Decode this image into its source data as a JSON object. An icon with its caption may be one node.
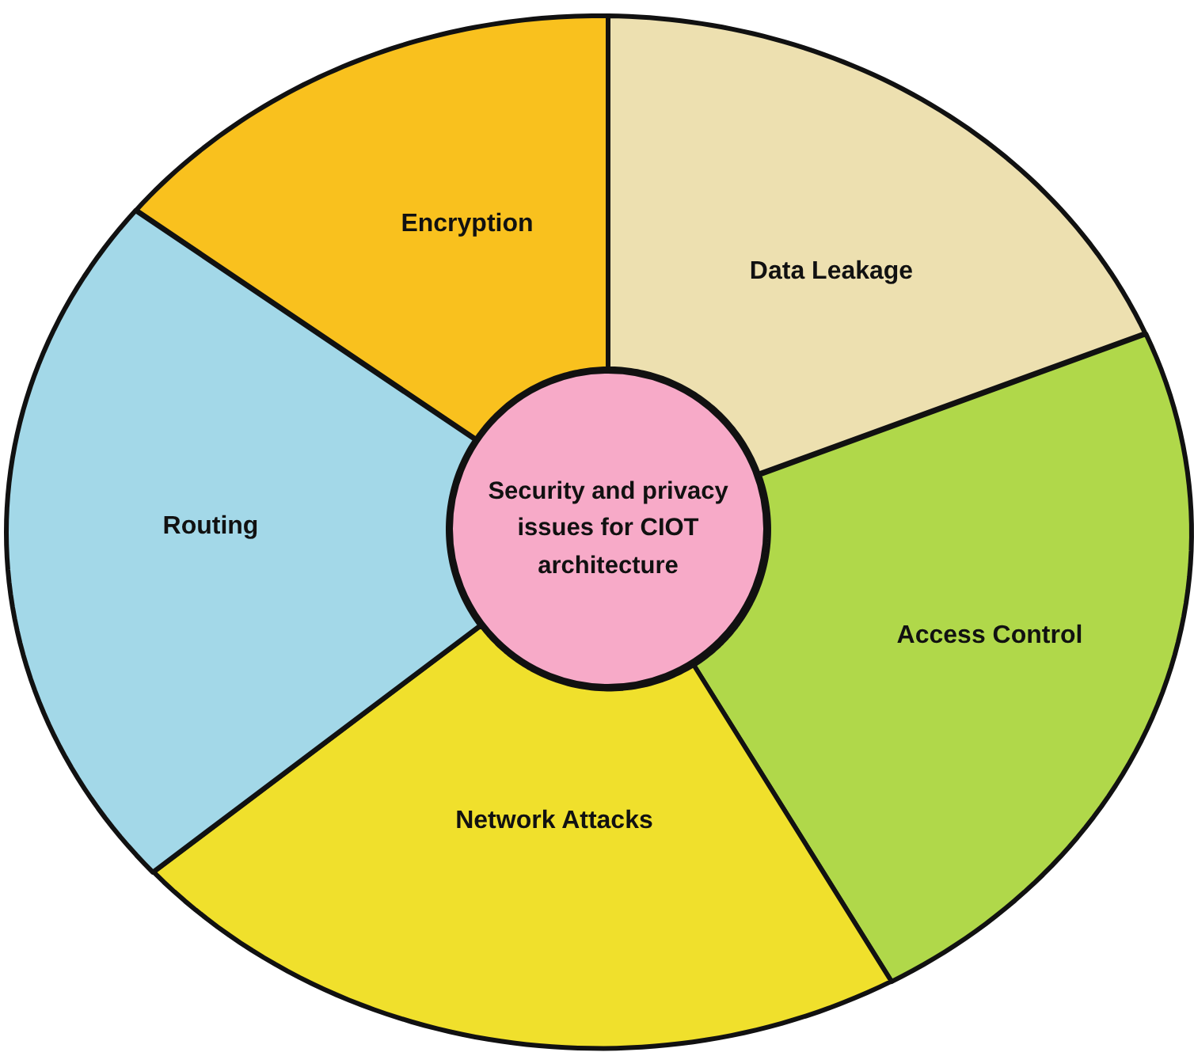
{
  "diagram": {
    "nodes": [
      {
        "text": [
          "Security and privacy issues for CIOT architecture"
        ]
      },
      {
        "text": [
          "Encryption"
        ]
      },
      {
        "text": [
          "Data Leakage"
        ]
      },
      {
        "text": [
          "Access Control"
        ]
      },
      {
        "text": [
          "Network Attacks"
        ]
      },
      {
        "text": [
          "Routing"
        ]
      }
    ]
  }
}
